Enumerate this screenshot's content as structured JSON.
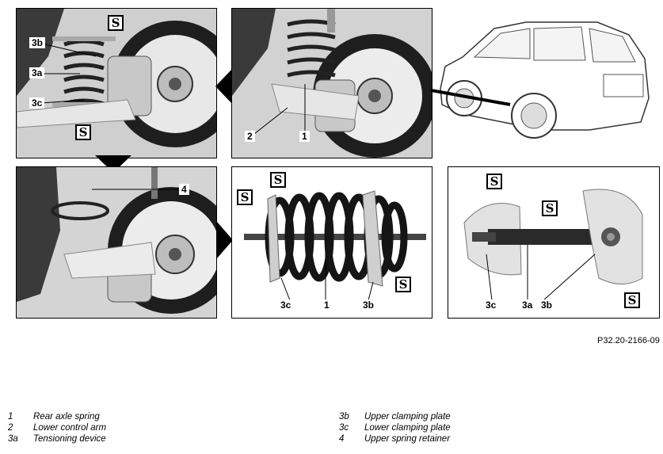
{
  "figure_code": "P32.20-2166-09",
  "panels": {
    "p1": {
      "callouts": [
        "3b",
        "3a",
        "3c"
      ]
    },
    "p2": {
      "callouts": [
        "2",
        "1"
      ]
    },
    "p4": {
      "callouts": [
        "4"
      ]
    },
    "p5": {
      "callouts": [
        "3c",
        "1",
        "3b"
      ]
    },
    "p6": {
      "callouts": [
        "3c",
        "3a",
        "3b"
      ]
    }
  },
  "tool_icon_glyph": "S",
  "legend": {
    "left": [
      {
        "num": "1",
        "text": "Rear axle spring"
      },
      {
        "num": "2",
        "text": "Lower control arm"
      },
      {
        "num": "3a",
        "text": "Tensioning device"
      }
    ],
    "right": [
      {
        "num": "3b",
        "text": "Upper clamping plate"
      },
      {
        "num": "3c",
        "text": "Lower clamping plate"
      },
      {
        "num": "4",
        "text": "Upper spring retainer"
      }
    ]
  }
}
